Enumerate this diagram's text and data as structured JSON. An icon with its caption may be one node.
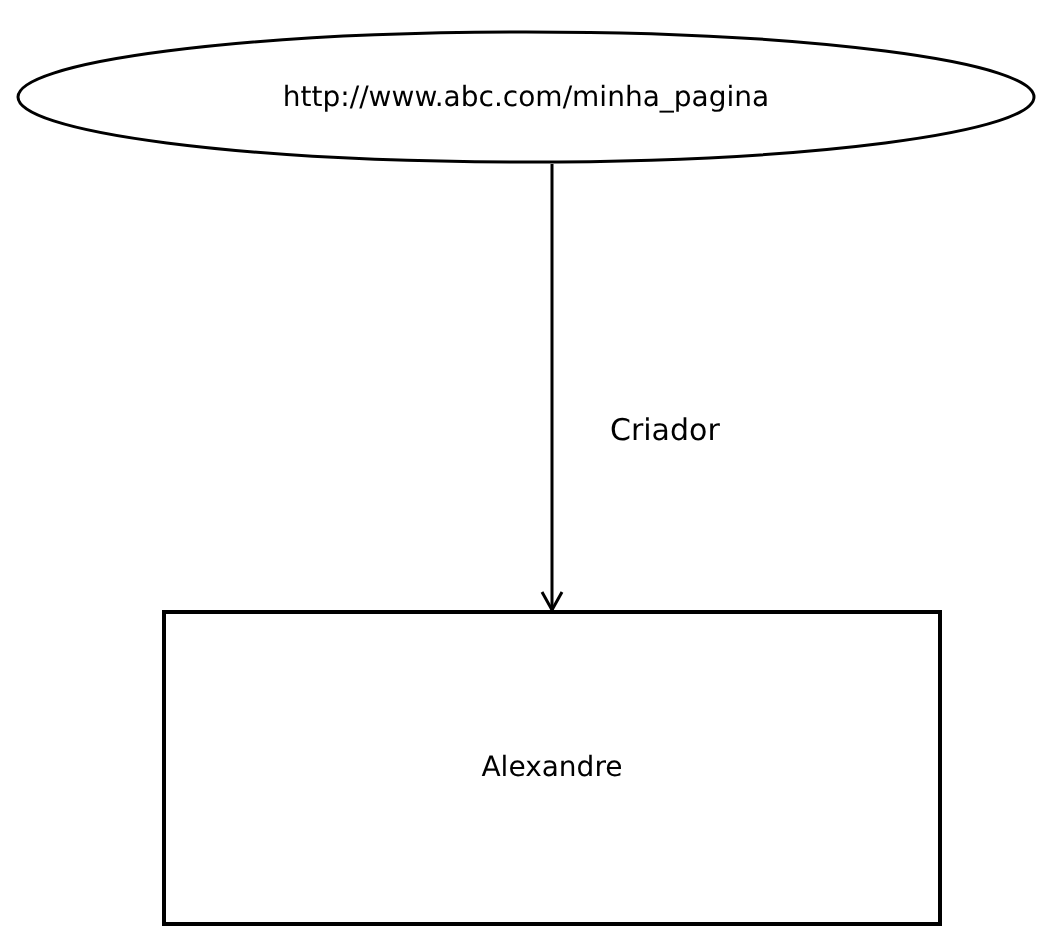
{
  "diagram": {
    "nodes": [
      {
        "text": [
          "http://www.abc.com/minha_pagina"
        ]
      },
      {
        "text": [
          "Alexandre"
        ]
      }
    ],
    "edges": [
      {
        "from": 0,
        "to": 1,
        "arrow": "to",
        "label": "Criador"
      }
    ]
  }
}
